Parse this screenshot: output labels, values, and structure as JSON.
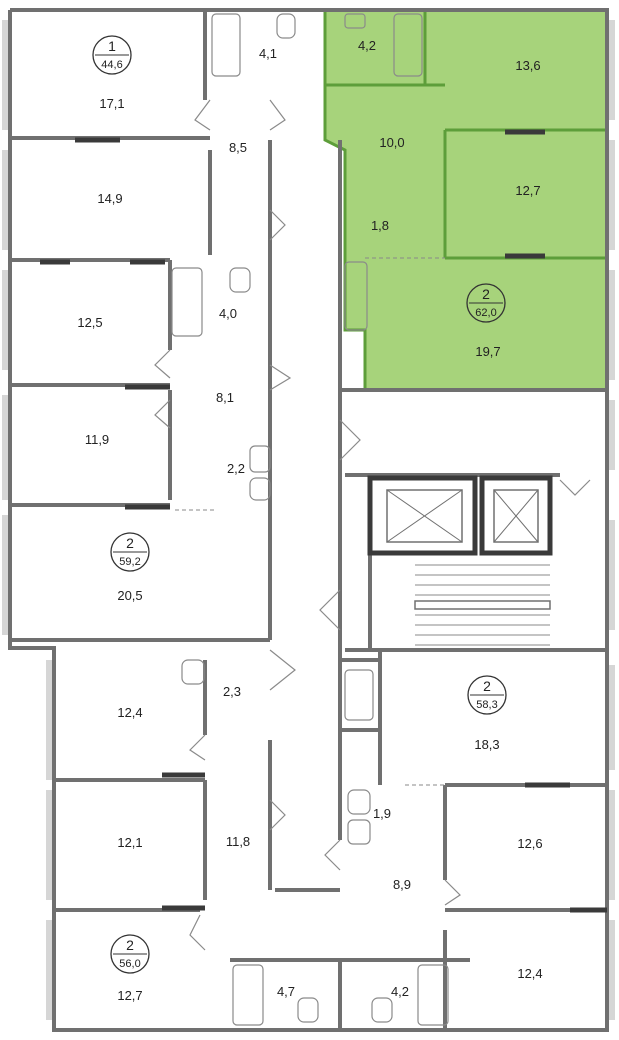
{
  "colors": {
    "wall": "#707070",
    "window": "#c9c9c9",
    "highlight": "#a7d37b",
    "highlight_wall": "#5d9e3a",
    "fixture": "#9a9a9a"
  },
  "apartments": [
    {
      "rooms": "1",
      "area": "44,6"
    },
    {
      "rooms": "2",
      "area": "62,0"
    },
    {
      "rooms": "2",
      "area": "59,2"
    },
    {
      "rooms": "2",
      "area": "58,3"
    },
    {
      "rooms": "2",
      "area": "56,0"
    }
  ],
  "room_areas": [
    "17,1",
    "4,1",
    "4,2",
    "13,6",
    "8,5",
    "10,0",
    "14,9",
    "12,7",
    "1,8",
    "12,5",
    "4,0",
    "19,7",
    "8,1",
    "11,9",
    "2,2",
    "20,5",
    "2,3",
    "18,3",
    "12,4",
    "1,9",
    "12,1",
    "11,8",
    "12,6",
    "8,9",
    "12,7",
    "4,7",
    "4,2",
    "12,4"
  ]
}
